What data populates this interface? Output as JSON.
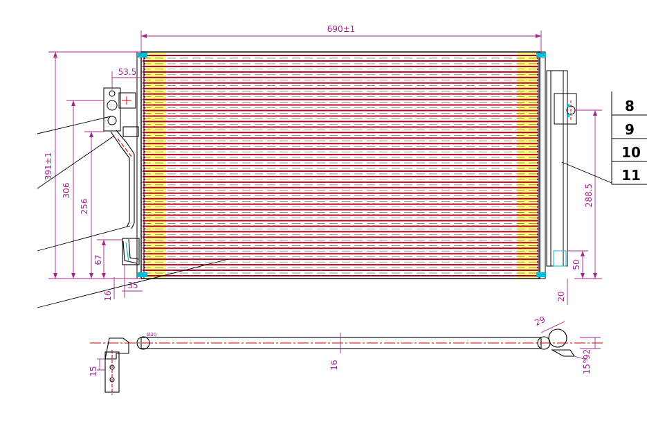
{
  "colors": {
    "dimension": "#a8238f",
    "outline": "#000000",
    "centerline": "#d40000",
    "tube": "#b4001e",
    "brazing": "#ffff66",
    "accent": "#00bcd4"
  },
  "dimensions": {
    "overall_width": "690±1",
    "overall_height": "391±1",
    "height_306": "306",
    "height_256": "256",
    "height_67": "67",
    "offset_53_5": "53.5",
    "offset_35": "35",
    "offset_16": "16",
    "right_288_5": "288.5",
    "right_50": "50",
    "right_20": "20",
    "bottom_15": "15",
    "bottom_16": "16",
    "bottom_29": "29",
    "bottom_angle": "15°92",
    "pipe_diameter": "Ø20"
  },
  "part_labels": [
    "8",
    "9",
    "10",
    "11"
  ]
}
